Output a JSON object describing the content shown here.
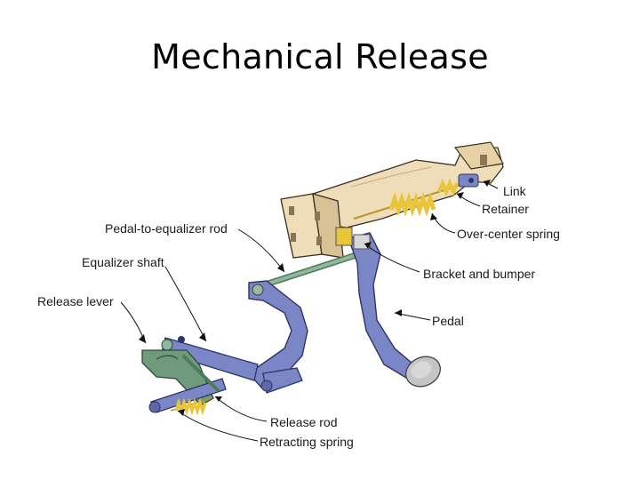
{
  "title": "Mechanical Release",
  "labels": {
    "link": "Link",
    "retainer": "Retainer",
    "over_center_spring": "Over-center spring",
    "pedal_to_equalizer_rod": "Pedal-to-equalizer rod",
    "equalizer_shaft": "Equalizer shaft",
    "bracket_and_bumper": "Bracket and bumper",
    "release_lever": "Release lever",
    "pedal": "Pedal",
    "release_rod": "Release rod",
    "retracting_spring": "Retracting spring"
  },
  "colors": {
    "bracket": "#efdcb8",
    "bracket_dark": "#c7ab7c",
    "pedal": "#7b86c6",
    "pedal_dark": "#4a5491",
    "rod": "#7ea68a",
    "lever": "#6f9b7c",
    "spring": "#e9c53a",
    "pad": "#c4c4c4"
  }
}
